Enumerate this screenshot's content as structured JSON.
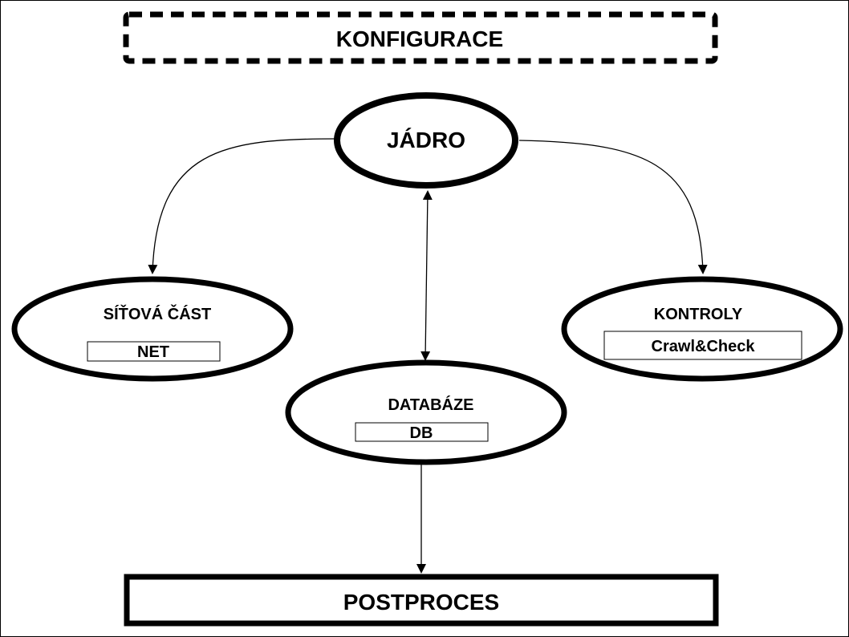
{
  "config": {
    "label": "KONFIGURACE"
  },
  "core": {
    "label": "JÁDRO"
  },
  "network": {
    "label": "SÍŤOVÁ ČÁST",
    "module": "NET"
  },
  "checks": {
    "label": "KONTROLY",
    "module": "Crawl&Check"
  },
  "database": {
    "label": "DATABÁZE",
    "module": "DB"
  },
  "post": {
    "label": "POSTPROCES"
  },
  "colors": {
    "stroke": "#000000",
    "fill": "#ffffff"
  }
}
